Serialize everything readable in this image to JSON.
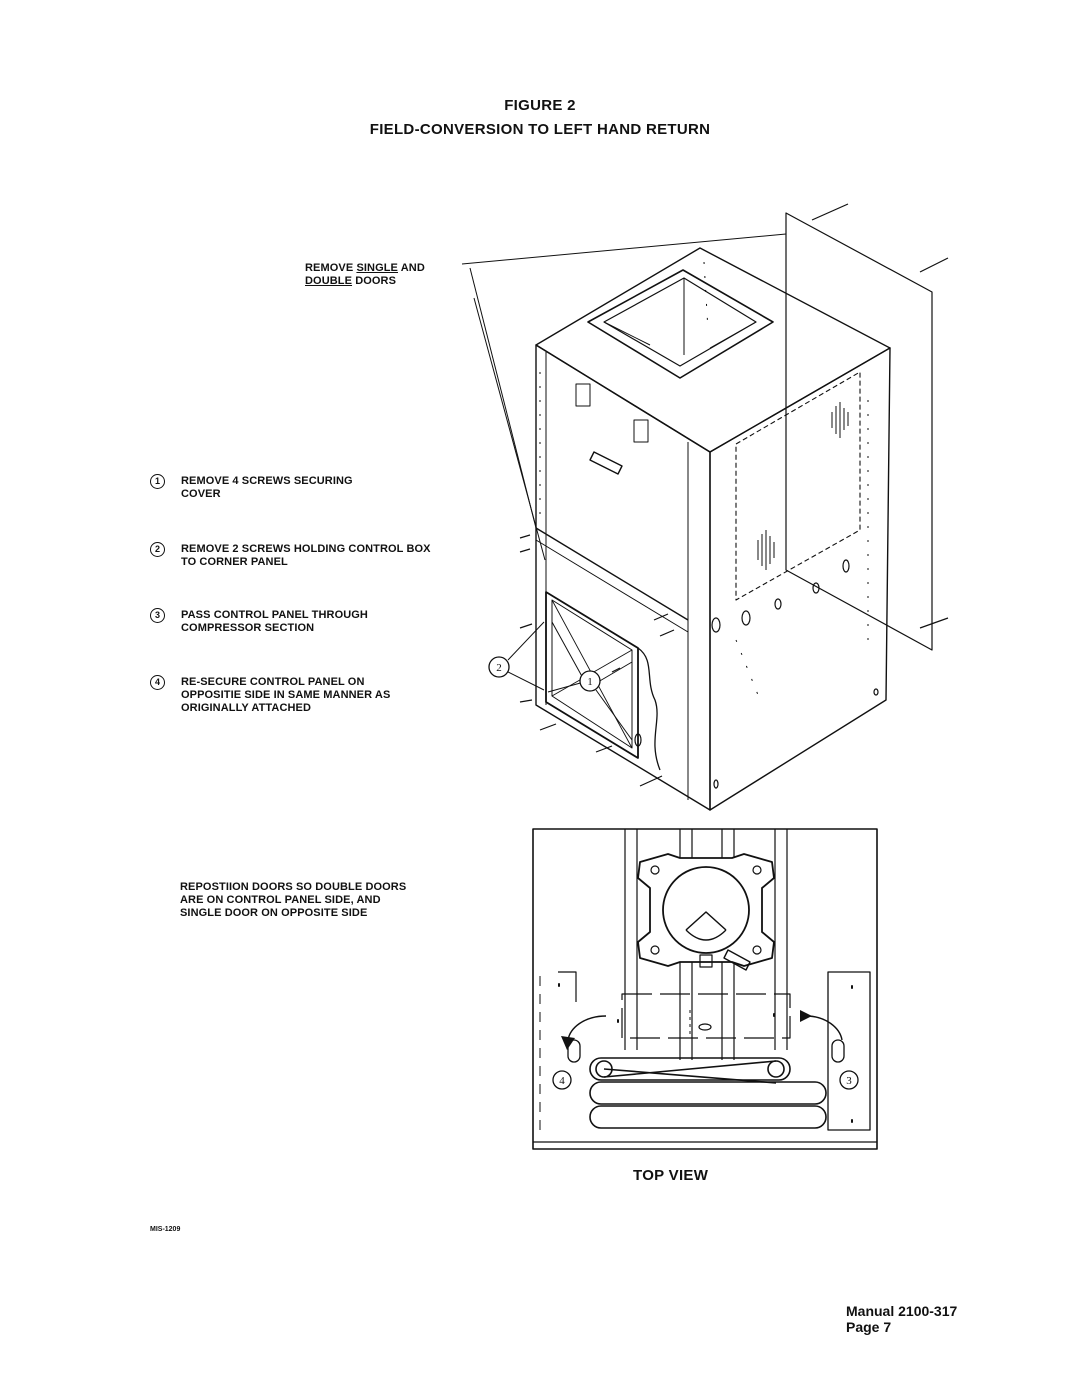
{
  "figure": {
    "number": "FIGURE 2",
    "title": "FIELD-CONVERSION TO LEFT HAND RETURN"
  },
  "callout": {
    "prefix": "REMOVE",
    "single": "SINGLE",
    "and": "AND",
    "double": "DOUBLE",
    "suffix": "DOORS"
  },
  "steps": [
    {
      "num": "1",
      "text": "REMOVE 4 SCREWS SECURING COVER"
    },
    {
      "num": "2",
      "text": "REMOVE 2 SCREWS HOLDING CONTROL BOX TO CORNER PANEL"
    },
    {
      "num": "3",
      "text": "PASS CONTROL PANEL THROUGH COMPRESSOR SECTION"
    },
    {
      "num": "4",
      "text": "RE-SECURE CONTROL PANEL ON OPPOSITIE SIDE IN SAME MANNER AS ORIGINALLY ATTACHED"
    }
  ],
  "reposition_note": "REPOSTIION DOORS SO DOUBLE DOORS ARE ON CONTROL PANEL SIDE, AND SINGLE DOOR ON OPPOSITE SIDE",
  "diagram_labels": {
    "step1": "1",
    "step2": "2",
    "step3": "3",
    "step4": "4"
  },
  "top_view_label": "TOP VIEW",
  "doc_id": "MIS-1209",
  "footer": {
    "manual": "Manual  2100-317",
    "page": "Page  7"
  }
}
